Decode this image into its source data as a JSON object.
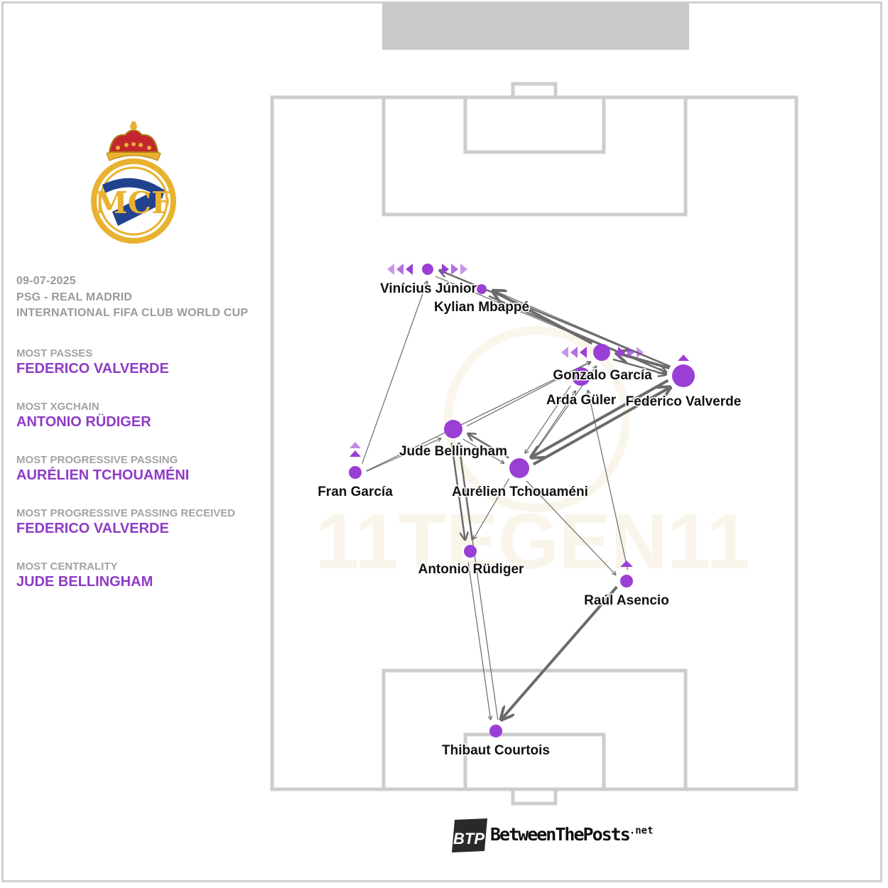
{
  "match": {
    "date": "09-07-2025",
    "fixture": "PSG - REAL MADRID",
    "competition": "INTERNATIONAL FIFA CLUB WORLD CUP"
  },
  "stats": [
    {
      "label": "MOST PASSES",
      "value": "FEDERICO VALVERDE"
    },
    {
      "label": "MOST XGCHAIN",
      "value": "ANTONIO RÜDIGER"
    },
    {
      "label": "MOST PROGRESSIVE PASSING",
      "value": "AURÉLIEN TCHOUAMÉNI"
    },
    {
      "label": "MOST PROGRESSIVE PASSING RECEIVED",
      "value": "FEDERICO VALVERDE"
    },
    {
      "label": "MOST CENTRALITY",
      "value": "JUDE BELLINGHAM"
    }
  ],
  "players": [
    {
      "id": "vinicius",
      "name": "Vinícius Júnior"
    },
    {
      "id": "mbappe",
      "name": "Kylian Mbappé"
    },
    {
      "id": "gonzalo",
      "name": "Gonzalo García"
    },
    {
      "id": "guler",
      "name": "Arda Güler"
    },
    {
      "id": "valverde",
      "name": "Federico Valverde"
    },
    {
      "id": "bellingham",
      "name": "Jude Bellingham"
    },
    {
      "id": "fran",
      "name": "Fran García"
    },
    {
      "id": "tchouameni",
      "name": "Aurélien Tchouaméni"
    },
    {
      "id": "rudiger",
      "name": "Antonio Rüdiger"
    },
    {
      "id": "asencio",
      "name": "Raúl Asencio"
    },
    {
      "id": "courtois",
      "name": "Thibaut Courtois"
    }
  ],
  "passes": [
    {
      "from": "asencio",
      "to": "courtois",
      "weight": 3
    },
    {
      "from": "tchouameni",
      "to": "valverde",
      "weight": 3
    },
    {
      "from": "valverde",
      "to": "tchouameni",
      "weight": 3
    },
    {
      "from": "valverde",
      "to": "gonzalo",
      "weight": 3
    },
    {
      "from": "gonzalo",
      "to": "mbappe",
      "weight": 3
    },
    {
      "from": "mbappe",
      "to": "valverde",
      "weight": 2
    },
    {
      "from": "tchouameni",
      "to": "bellingham",
      "weight": 2
    },
    {
      "from": "bellingham",
      "to": "rudiger",
      "weight": 2
    },
    {
      "from": "rudiger",
      "to": "bellingham",
      "weight": 2
    },
    {
      "from": "valverde",
      "to": "vinicius",
      "weight": 2
    },
    {
      "from": "vinicius",
      "to": "valverde",
      "weight": 1
    },
    {
      "from": "valverde",
      "to": "mbappe",
      "weight": 1
    },
    {
      "from": "fran",
      "to": "vinicius",
      "weight": 1
    },
    {
      "from": "fran",
      "to": "bellingham",
      "weight": 1
    },
    {
      "from": "fran",
      "to": "gonzalo",
      "weight": 1
    },
    {
      "from": "bellingham",
      "to": "gonzalo",
      "weight": 1
    },
    {
      "from": "tchouameni",
      "to": "guler",
      "weight": 1
    },
    {
      "from": "guler",
      "to": "tchouameni",
      "weight": 1
    },
    {
      "from": "tchouameni",
      "to": "gonzalo",
      "weight": 1
    },
    {
      "from": "asencio",
      "to": "guler",
      "weight": 1
    },
    {
      "from": "tchouameni",
      "to": "asencio",
      "weight": 1
    },
    {
      "from": "tchouameni",
      "to": "rudiger",
      "weight": 1
    },
    {
      "from": "rudiger",
      "to": "courtois",
      "weight": 1
    },
    {
      "from": "courtois",
      "to": "bellingham",
      "weight": 1
    },
    {
      "from": "bellingham",
      "to": "tchouameni",
      "weight": 1
    },
    {
      "from": "gonzalo",
      "to": "valverde",
      "weight": 2
    }
  ],
  "brand": {
    "name": "BetweenThePosts",
    "suffix": ".net",
    "mark": "BTP"
  },
  "badge": {
    "letters": "MCF"
  },
  "colors": {
    "accent": "#8e3bc6",
    "node": "#9a3fd6",
    "edge": "#6b6b6b",
    "pitch_line": "#cdcdcd"
  }
}
